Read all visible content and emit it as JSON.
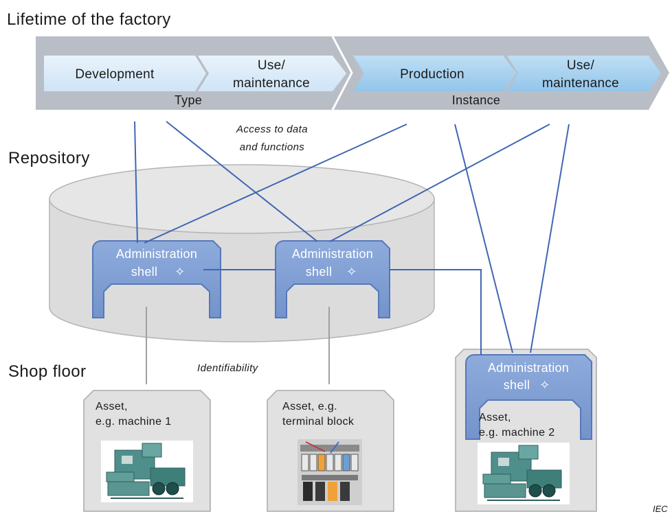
{
  "headings": {
    "lifetime": "Lifetime of the factory",
    "repository": "Repository",
    "shop_floor": "Shop floor"
  },
  "lifecycle": {
    "type_band": {
      "label": "Type",
      "phases": [
        {
          "line1": "Development",
          "line2": ""
        },
        {
          "line1": "Use/",
          "line2": "maintenance"
        }
      ]
    },
    "instance_band": {
      "label": "Instance",
      "phases": [
        {
          "line1": "Production",
          "line2": ""
        },
        {
          "line1": "Use/",
          "line2": "maintenance"
        }
      ]
    }
  },
  "annotations": {
    "access": [
      "Access to data",
      "and functions"
    ],
    "identifiability": "Identifiability"
  },
  "shells": [
    {
      "line1": "Administration",
      "line2": "shell",
      "symbol": "✧"
    },
    {
      "line1": "Administration",
      "line2": "shell",
      "symbol": "✧"
    },
    {
      "line1": "Administration",
      "line2": "shell",
      "symbol": "✧"
    }
  ],
  "assets": [
    {
      "line1": "Asset,",
      "line2": "e.g. machine 1",
      "picture": "packaging-machine-icon"
    },
    {
      "line1": "Asset, e.g.",
      "line2": "terminal block",
      "picture": "terminal-block-icon"
    },
    {
      "line1": "Asset,",
      "line2": "e.g. machine 2",
      "picture": "packaging-machine-icon"
    }
  ],
  "credit": "IEC",
  "colors": {
    "band_gray": "#b9bec6",
    "type_phase": "#daeaf8",
    "instance_phase": "#a6d0ef",
    "shell_fill": "#7f9fd4",
    "shell_stroke": "#5678b8",
    "connector": "#3f66b3",
    "repository_fill": "#dcdcdc",
    "asset_fill": "#e1e1e1"
  }
}
